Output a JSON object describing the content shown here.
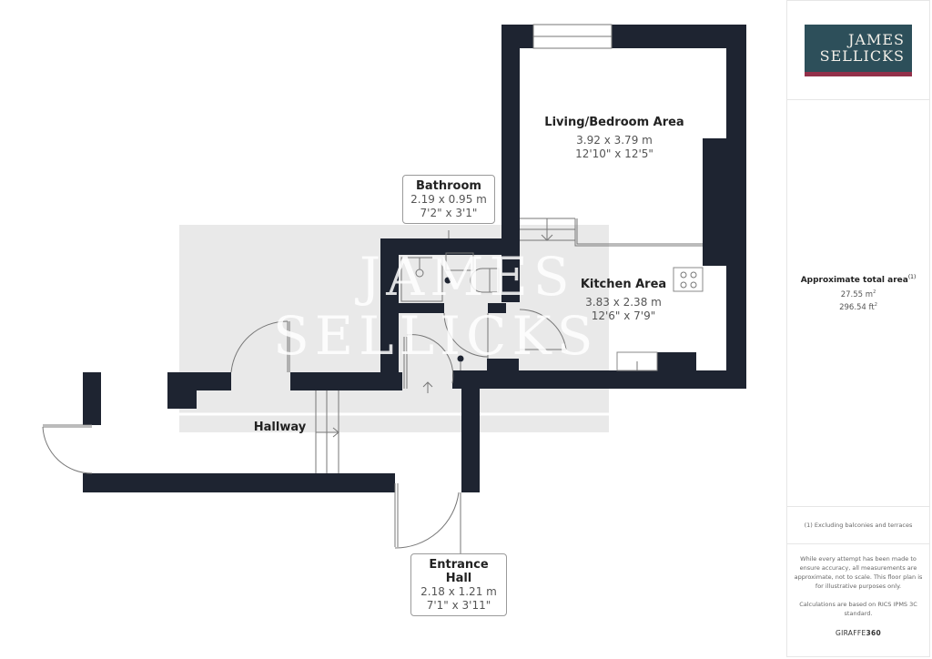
{
  "floorplan": {
    "rooms": [
      {
        "id": "living",
        "name": "Living/Bedroom Area",
        "metric": "3.92 x 3.79 m",
        "imperial": "12'10\" x 12'5\""
      },
      {
        "id": "bathroom",
        "name": "Bathroom",
        "metric": "2.19 x 0.95 m",
        "imperial": "7'2\" x 3'1\""
      },
      {
        "id": "kitchen",
        "name": "Kitchen Area",
        "metric": "3.83 x 2.38 m",
        "imperial": "12'6\" x 7'9\""
      },
      {
        "id": "hallway",
        "name": "Hallway"
      },
      {
        "id": "entrance",
        "name": "Entrance Hall",
        "metric": "2.18 x 1.21 m",
        "imperial": "7'1\" x 3'11\""
      }
    ],
    "watermark": {
      "line1": "JAMES",
      "line2": "SELLICKS"
    },
    "colors": {
      "wall": "#1e2431",
      "background": "#ffffff",
      "watermark_panel": "#e9e9e9"
    }
  },
  "sidebar": {
    "logo": {
      "line1": "JAMES",
      "line2": "SELLICKS",
      "bg": "#2d4f5a",
      "accent": "#93304a"
    },
    "area": {
      "title": "Approximate total area",
      "footnote_mark": "(1)",
      "metric": "27.55 m",
      "metric_unit_sup": "2",
      "imperial": "296.54 ft",
      "imperial_unit_sup": "2"
    },
    "footnote": "(1) Excluding balconies and terraces",
    "disclaimer": "While every attempt has been made to ensure accuracy, all measurements are approximate, not to scale. This floor plan is for illustrative purposes only.",
    "calculations": "Calculations are based on RICS IPMS 3C standard.",
    "brand": {
      "text": "GIRAFFE",
      "bold": "360"
    }
  }
}
